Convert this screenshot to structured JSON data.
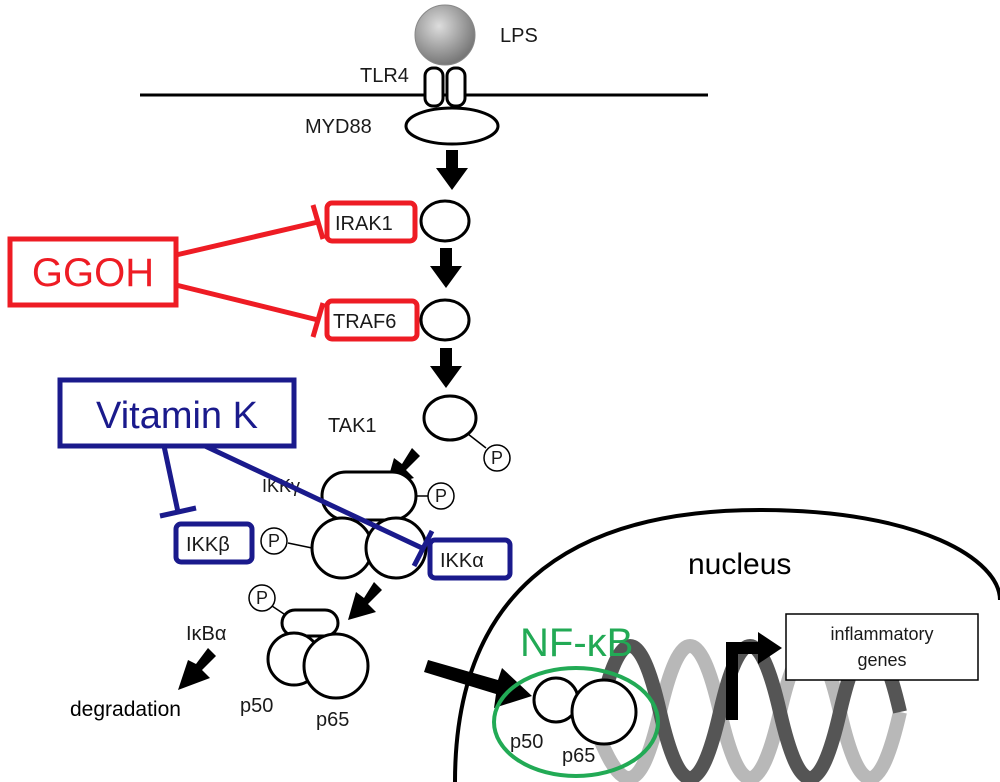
{
  "labels": {
    "lps": "LPS",
    "tlr4": "TLR4",
    "myd88": "MYD88",
    "irak1": "IRAK1",
    "traf6": "TRAF6",
    "tak1": "TAK1",
    "ikkg": "IKKγ",
    "ikkb": "IKKβ",
    "ikka": "IKKα",
    "ikba": "IκBα",
    "p": "P",
    "degradation": "degradation",
    "p50": "p50",
    "p65": "p65",
    "nucleus": "nucleus",
    "nfkb": "NF-κB",
    "inflammatory_line1": "inflammatory",
    "inflammatory_line2": "genes"
  },
  "inhibitors": {
    "ggoh": "GGOH",
    "vitamin_k": "Vitamin K"
  },
  "colors": {
    "ggoh_red": "#ee1c24",
    "vitamin_k_blue": "#1a1a8c",
    "nfkb_green": "#22aa55"
  }
}
